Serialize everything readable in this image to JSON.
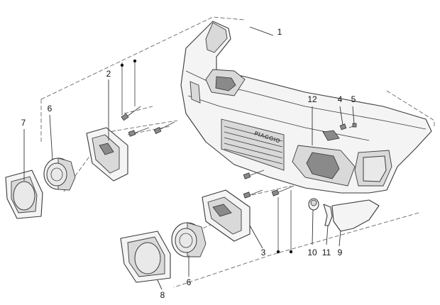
{
  "callouts": {
    "c1": "1",
    "c2": "2",
    "c3": "3",
    "c4": "4",
    "c5": "5",
    "c6a": "6",
    "c6b": "6",
    "c7": "7",
    "c8": "8",
    "c9": "9",
    "c10": "10",
    "c11": "11",
    "c12": "12"
  },
  "bumper": {
    "brand_text": "PIAGGIO"
  }
}
